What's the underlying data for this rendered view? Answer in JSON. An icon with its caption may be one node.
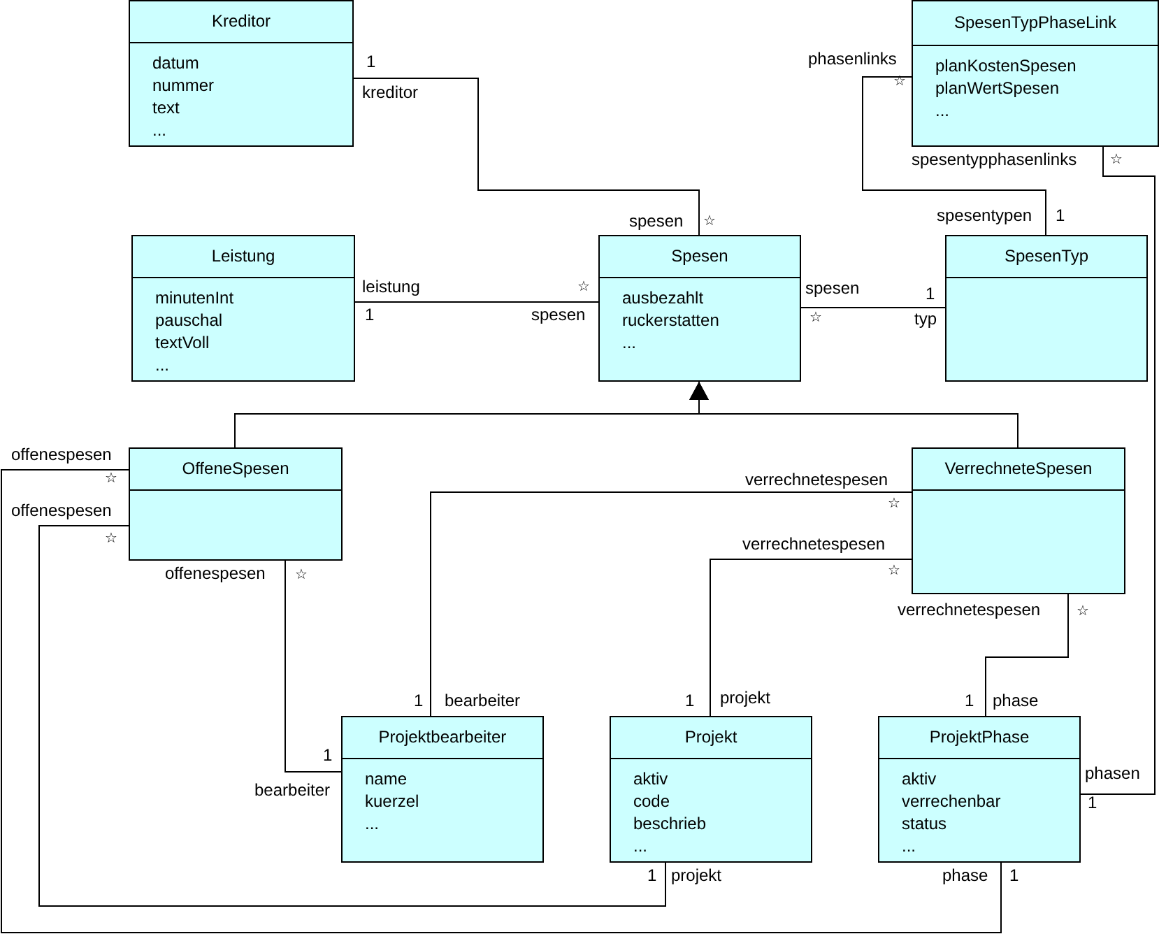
{
  "diagram": {
    "nodes": [
      {
        "text": [
          "Kreditor",
          "datum",
          "nummer",
          "text",
          "..."
        ]
      },
      {
        "text": [
          "SpesenTypPhaseLink",
          "planKostenSpesen",
          "planWertSpesen",
          "..."
        ]
      },
      {
        "text": [
          "Leistung",
          "minutenInt",
          "pauschal",
          "textVoll",
          "..."
        ]
      },
      {
        "text": [
          "Spesen",
          "ausbezahlt",
          "ruckerstatten",
          "..."
        ]
      },
      {
        "text": [
          "SpesenTyp"
        ]
      },
      {
        "text": [
          "OffeneSpesen"
        ]
      },
      {
        "text": [
          "VerrechneteSpesen"
        ]
      },
      {
        "text": [
          "Projektbearbeiter",
          "name",
          "kuerzel",
          "..."
        ]
      },
      {
        "text": [
          "Projekt",
          "aktiv",
          "code",
          "beschrieb",
          "..."
        ]
      },
      {
        "text": [
          "ProjektPhase",
          "aktiv",
          "verrechenbar",
          "status",
          "..."
        ]
      }
    ],
    "edges": [
      {
        "from": 0,
        "to": 3,
        "arrow": "none"
      },
      {
        "from": 2,
        "to": 3,
        "arrow": "none"
      },
      {
        "from": 3,
        "to": 4,
        "arrow": "none"
      },
      {
        "from": 1,
        "to": 4,
        "arrow": "none"
      },
      {
        "from": 1,
        "to": 9,
        "arrow": "none"
      },
      {
        "from": 5,
        "to": 3,
        "arrow": "to"
      },
      {
        "from": 6,
        "to": 3,
        "arrow": "to"
      },
      {
        "from": 6,
        "to": 7,
        "arrow": "none"
      },
      {
        "from": 6,
        "to": 8,
        "arrow": "none"
      },
      {
        "from": 6,
        "to": 9,
        "arrow": "none"
      },
      {
        "from": 5,
        "to": 7,
        "arrow": "none"
      },
      {
        "from": 5,
        "to": 8,
        "arrow": "none"
      },
      {
        "from": 5,
        "to": 9,
        "arrow": "none"
      }
    ],
    "labels": [
      "1",
      "kreditor",
      "phasenlinks",
      "☆",
      "spesentypphasenlinks",
      "☆",
      "spesen",
      "☆",
      "spesentypen",
      "1",
      "leistung",
      "☆",
      "spesen",
      "1",
      "1",
      "spesen",
      "☆",
      "typ",
      "offenespesen",
      "☆",
      "verrechnetespesen",
      "☆",
      "offenespesen",
      "☆",
      "verrechnetespesen",
      "☆",
      "offenespesen",
      "☆",
      "verrechnetespesen",
      "☆",
      "1",
      "bearbeiter",
      "1",
      "projekt",
      "1",
      "phase",
      "1",
      "bearbeiter",
      "phasen",
      "1",
      "1",
      "projekt",
      "phase",
      "1"
    ]
  }
}
